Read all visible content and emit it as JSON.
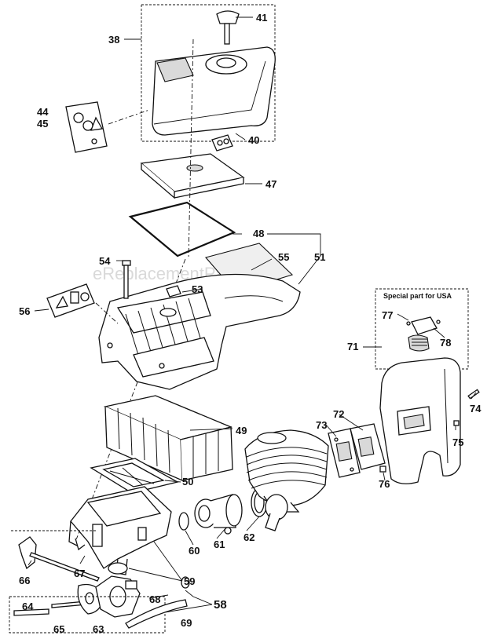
{
  "watermark": "eReplacementParts.com",
  "inset_title": "Special part for USA",
  "labels": {
    "l38": "38",
    "l41": "41",
    "l44": "44",
    "l45": "45",
    "l40": "40",
    "l47": "47",
    "l48": "48",
    "l51": "51",
    "l54": "54",
    "l55": "55",
    "l53": "53",
    "l56": "56",
    "l71": "71",
    "l77": "77",
    "l78": "78",
    "l49": "49",
    "l72": "72",
    "l73": "73",
    "l74": "74",
    "l75": "75",
    "l50": "50",
    "l76": "76",
    "l62": "62",
    "l60": "60",
    "l61": "61",
    "l66": "66",
    "l67": "67",
    "l59": "59",
    "l68": "68",
    "l58": "58",
    "l64": "64",
    "l65": "65",
    "l63": "63",
    "l69": "69"
  }
}
